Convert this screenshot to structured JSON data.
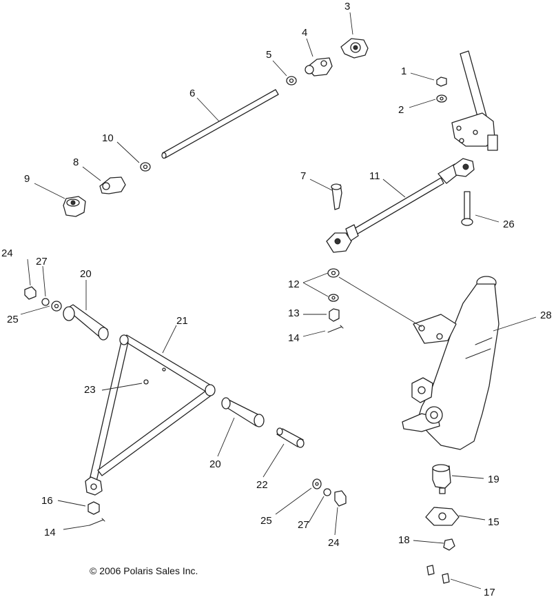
{
  "copyright": "© 2006 Polaris Sales Inc.",
  "callouts": [
    "1",
    "2",
    "3",
    "4",
    "5",
    "6",
    "7",
    "8",
    "9",
    "10",
    "11",
    "12",
    "13",
    "14",
    "14",
    "15",
    "16",
    "17",
    "18",
    "19",
    "20",
    "20",
    "21",
    "22",
    "23",
    "24",
    "24",
    "25",
    "25",
    "26",
    "27",
    "27",
    "28"
  ]
}
